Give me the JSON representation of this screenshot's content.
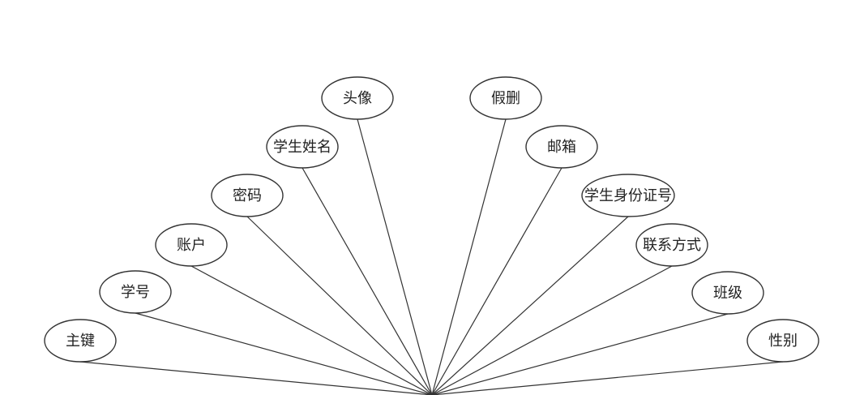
{
  "attributes": [
    {
      "id": "primary-key",
      "label": "主键"
    },
    {
      "id": "student-number",
      "label": "学号"
    },
    {
      "id": "account",
      "label": "账户"
    },
    {
      "id": "password",
      "label": "密码"
    },
    {
      "id": "student-name",
      "label": "学生姓名"
    },
    {
      "id": "avatar",
      "label": "头像"
    },
    {
      "id": "fake-delete",
      "label": "假删"
    },
    {
      "id": "email",
      "label": "邮箱"
    },
    {
      "id": "student-id-card",
      "label": "学生身份证号"
    },
    {
      "id": "contact",
      "label": "联系方式"
    },
    {
      "id": "class",
      "label": "班级"
    },
    {
      "id": "gender",
      "label": "性别"
    }
  ],
  "colors": {
    "line": "#333333",
    "text": "#222222",
    "background": "#ffffff"
  }
}
